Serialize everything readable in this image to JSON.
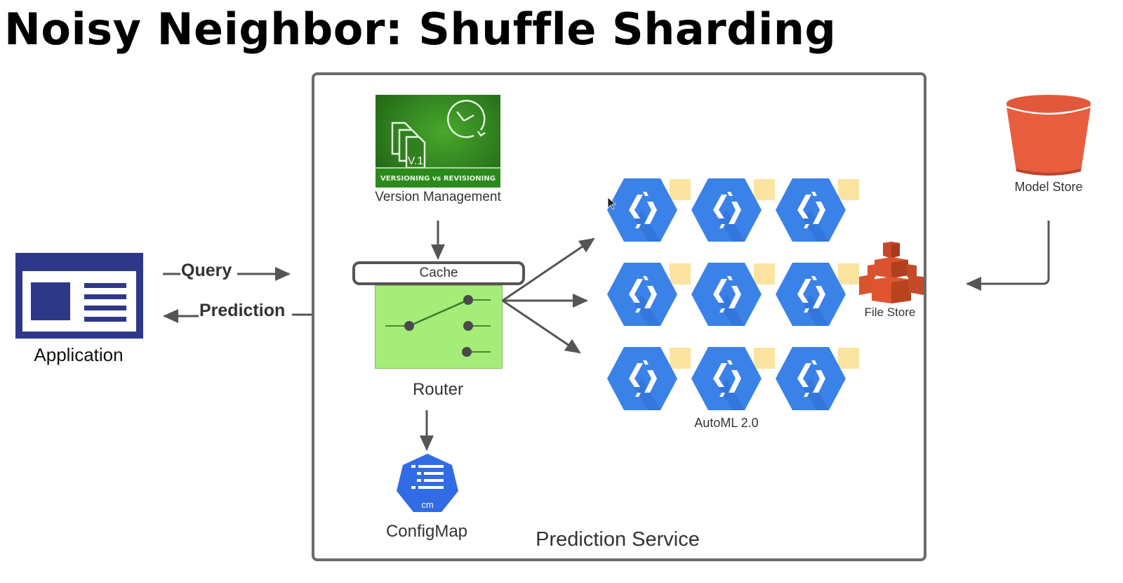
{
  "title": "Noisy Neighbor: Shuffle Sharding",
  "application": {
    "label": "Application",
    "icon": "browser-window-icon",
    "color": "#2e3888"
  },
  "flows": {
    "query": "Query",
    "prediction": "Prediction"
  },
  "prediction_service": {
    "label": "Prediction Service",
    "version_management": {
      "label": "Version Management",
      "banner": "VERSIONING vs REVISIONING",
      "doc_tag": "V.1",
      "color": "#2d7d1f"
    },
    "cache": {
      "label": "Cache"
    },
    "router": {
      "label": "Router",
      "color": "#a5ec78"
    },
    "configmap": {
      "label": "ConfigMap",
      "badge": "cm",
      "color": "#326ce5"
    },
    "automl": {
      "label": "AutoML 2.0",
      "rows": 3,
      "cols": 3,
      "color": "#3b82e8",
      "tag_color": "#fbe3a0"
    },
    "file_store": {
      "label": "File Store",
      "color": "#e0552f"
    }
  },
  "model_store": {
    "label": "Model Store",
    "color": "#e85d3e"
  }
}
